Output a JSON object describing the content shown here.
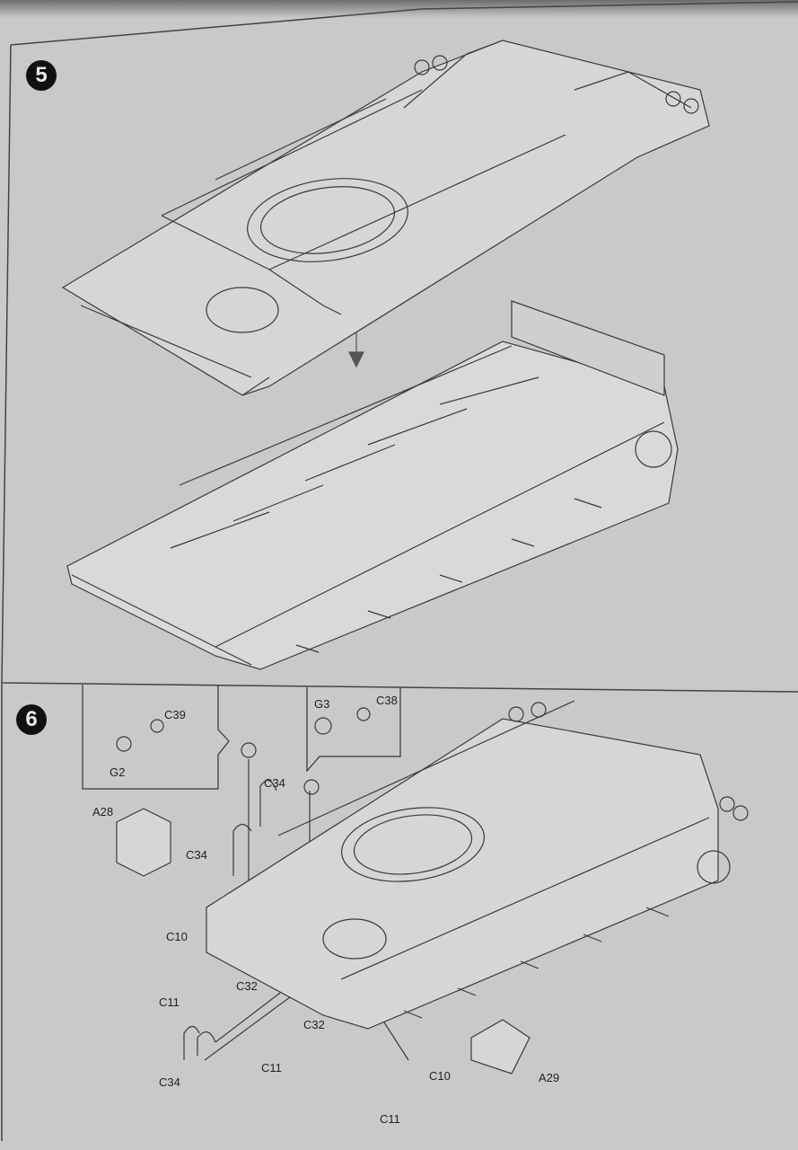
{
  "steps": [
    {
      "number": "5"
    },
    {
      "number": "6"
    }
  ],
  "parts": {
    "c39": "C39",
    "g2": "G2",
    "g3": "G3",
    "c38": "C38",
    "c34_top": "C34",
    "c34_left": "C34",
    "c34_bottom": "C34",
    "a28": "A28",
    "a29": "A29",
    "c10_left": "C10",
    "c10_right": "C10",
    "c11_left": "C11",
    "c11_mid": "C11",
    "c11_right": "C11",
    "c32_left": "C32",
    "c32_mid": "C32"
  },
  "colors": {
    "paper": "#c9cac8",
    "line": "#333333",
    "badge": "#111111"
  }
}
